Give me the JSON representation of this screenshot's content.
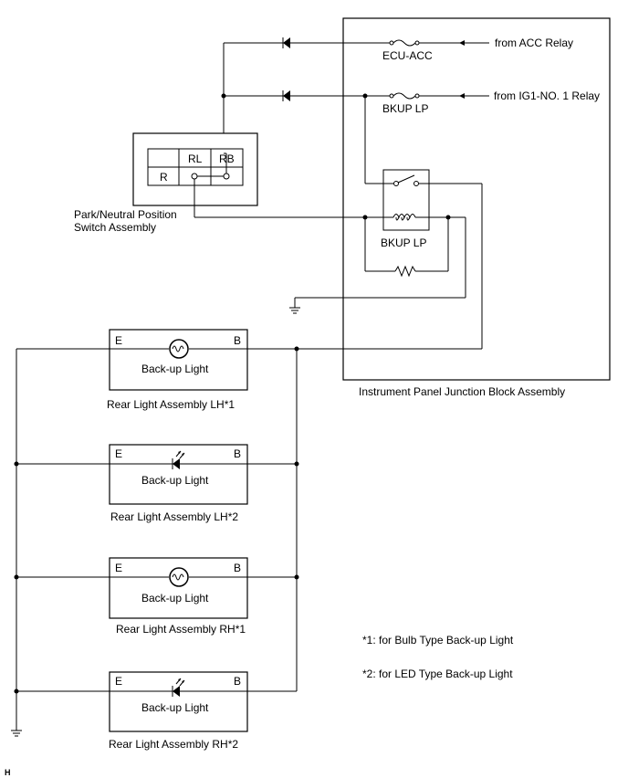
{
  "sources": {
    "acc_relay": "from ACC Relay",
    "ig1_relay": "from IG1-NO. 1 Relay"
  },
  "fuses": {
    "ecu_acc": "ECU-ACC",
    "bkup_lp_fuse": "BKUP LP"
  },
  "relay": {
    "label": "BKUP LP"
  },
  "junction_block": {
    "label": "Instrument Panel Junction Block Assembly"
  },
  "switch_assembly": {
    "label_line1": "Park/Neutral Position",
    "label_line2": "Switch Assembly",
    "col_rl": "RL",
    "col_rb": "RB",
    "row_r": "R"
  },
  "lights": [
    {
      "terminal_e": "E",
      "terminal_b": "B",
      "inner_label": "Back-up Light",
      "caption": "Rear Light Assembly LH*1",
      "type": "bulb"
    },
    {
      "terminal_e": "E",
      "terminal_b": "B",
      "inner_label": "Back-up Light",
      "caption": "Rear Light Assembly LH*2",
      "type": "led"
    },
    {
      "terminal_e": "E",
      "terminal_b": "B",
      "inner_label": "Back-up Light",
      "caption": "Rear Light Assembly RH*1",
      "type": "bulb"
    },
    {
      "terminal_e": "E",
      "terminal_b": "B",
      "inner_label": "Back-up Light",
      "caption": "Rear Light Assembly RH*2",
      "type": "led"
    }
  ],
  "notes": {
    "note1": "*1: for Bulb Type Back-up Light",
    "note2": "*2: for LED Type Back-up Light"
  },
  "corner_mark": "H"
}
